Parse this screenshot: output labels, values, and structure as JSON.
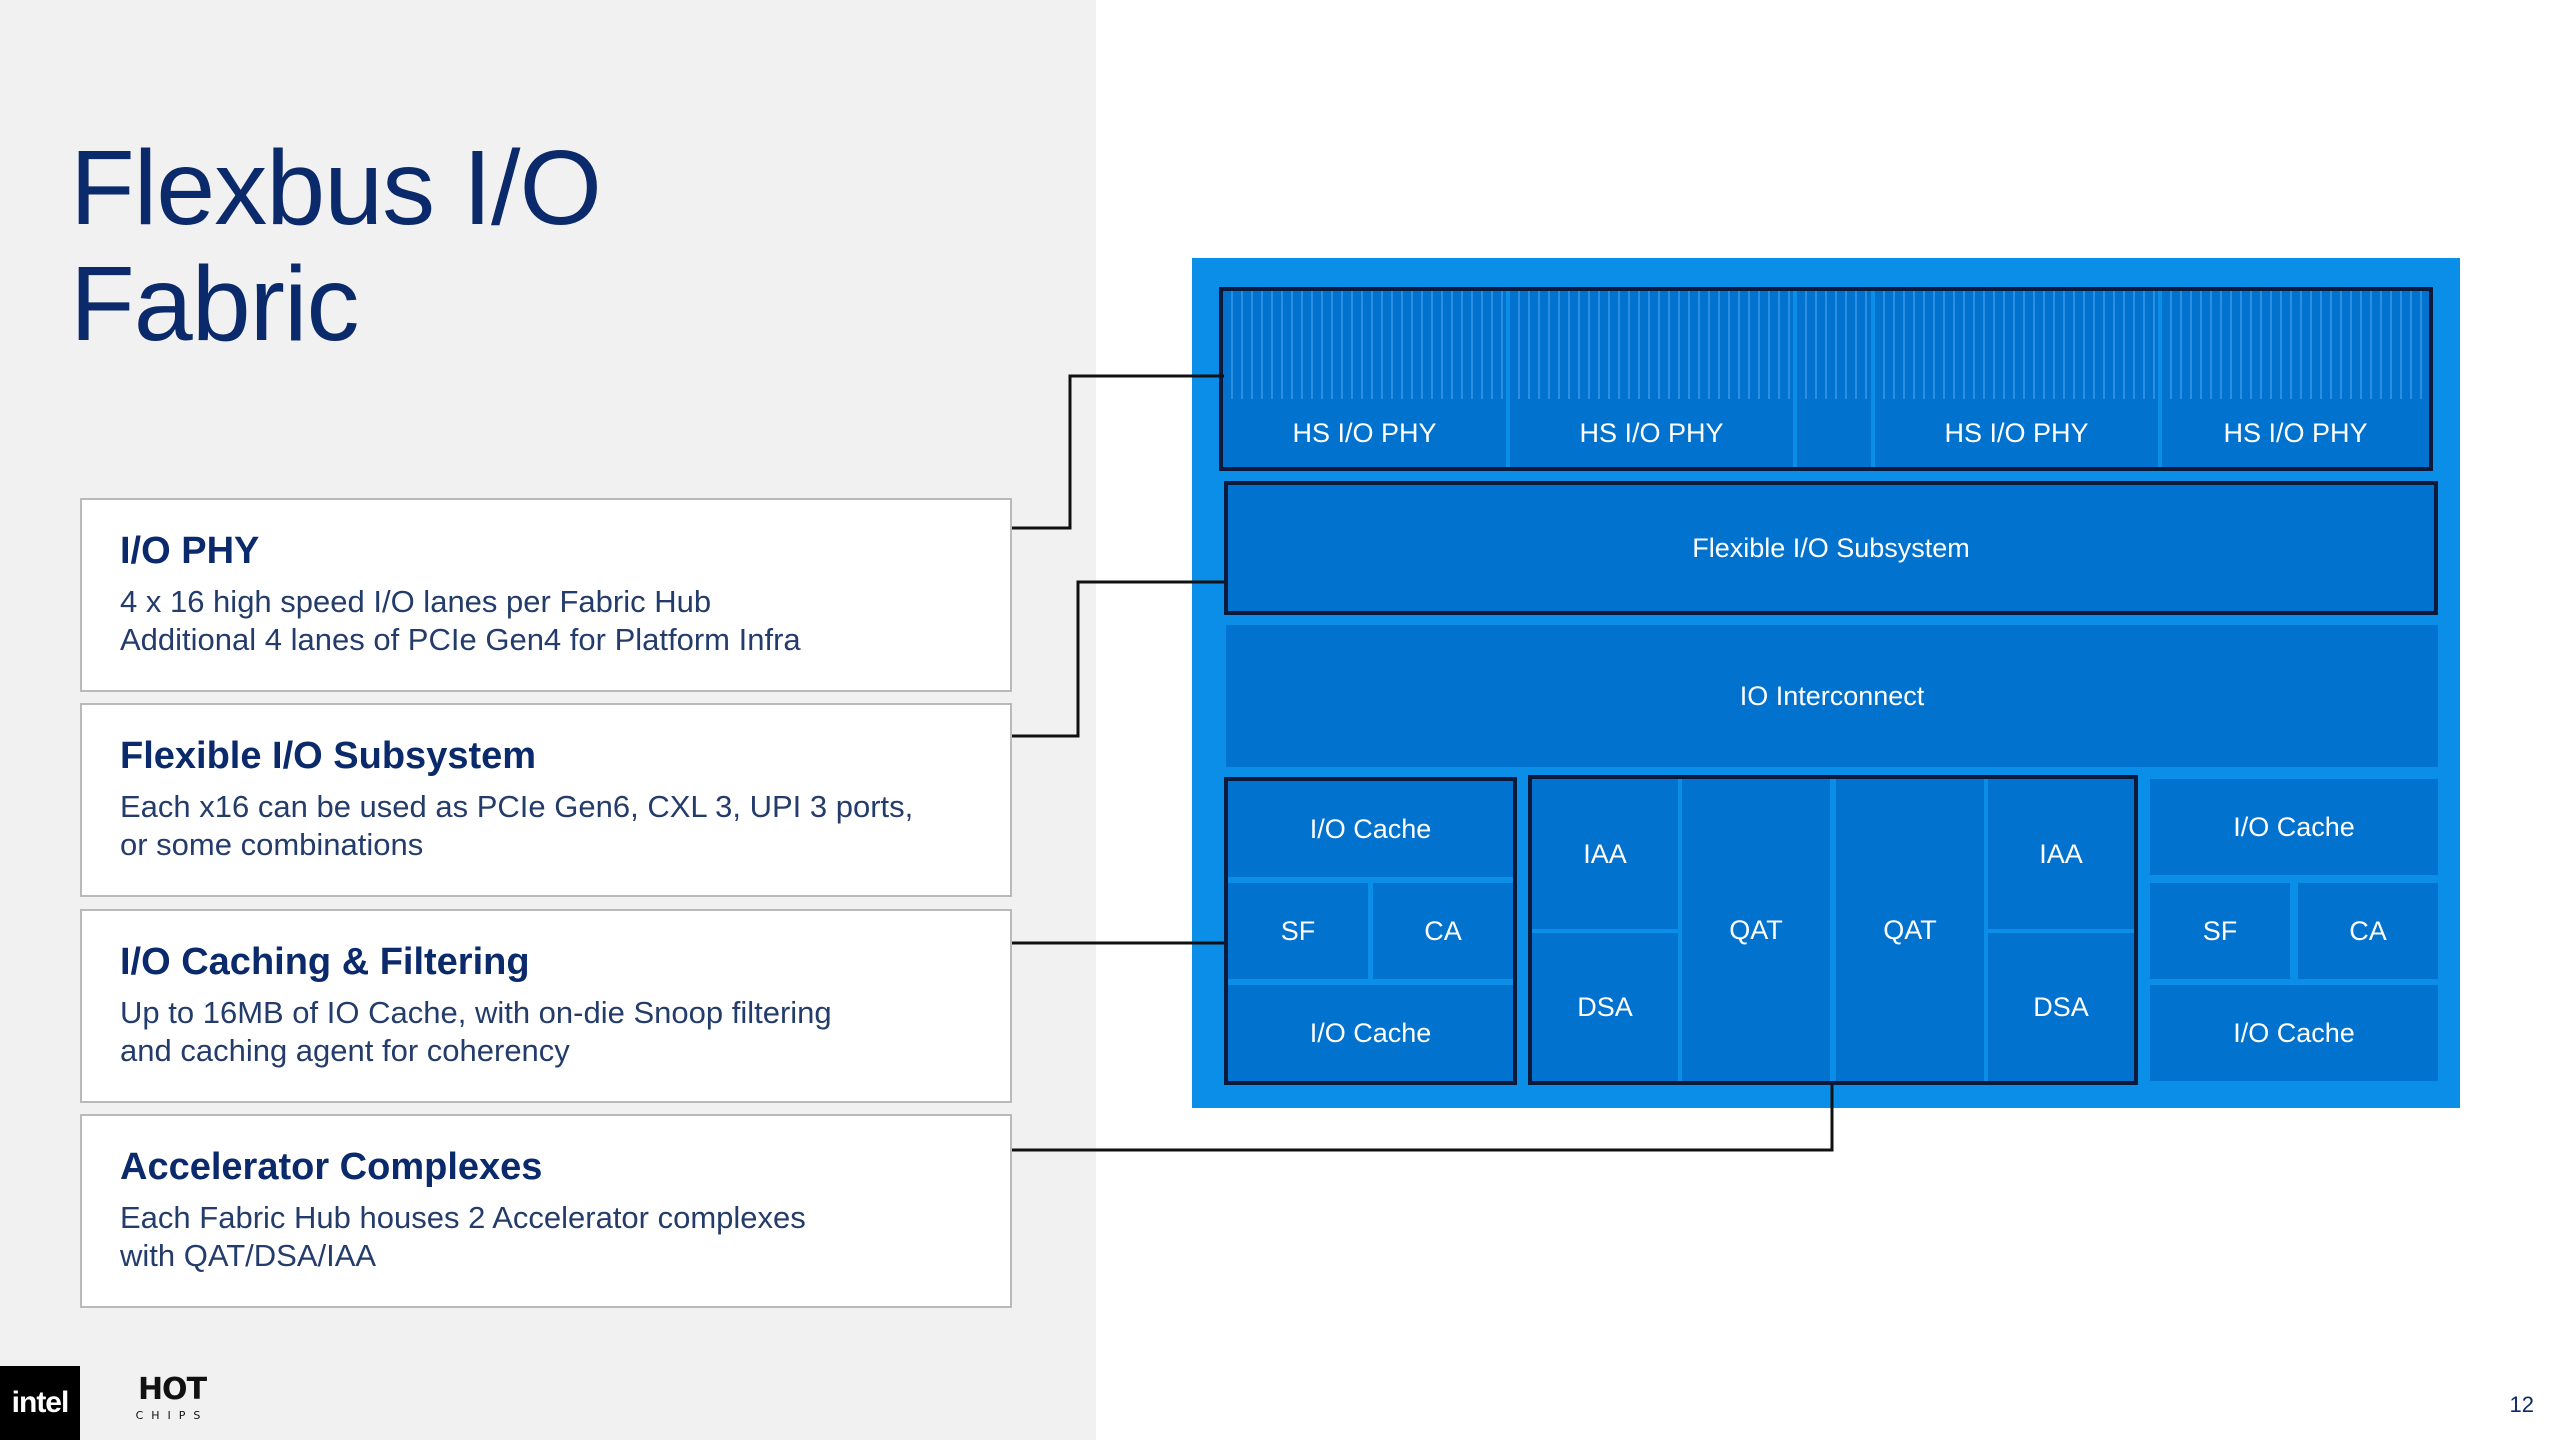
{
  "title": {
    "line1": "Flexbus I/O",
    "line2": "Fabric"
  },
  "info_boxes": [
    {
      "heading": "I/O PHY",
      "lines": [
        "4 x 16 high speed I/O lanes per Fabric Hub",
        "Additional 4 lanes of PCIe Gen4 for Platform Infra"
      ]
    },
    {
      "heading": "Flexible I/O Subsystem",
      "lines": [
        "Each x16 can be used as PCIe Gen6, CXL 3, UPI 3 ports,",
        "or some combinations"
      ]
    },
    {
      "heading": "I/O Caching & Filtering",
      "lines": [
        "Up to 16MB of IO Cache, with on-die Snoop filtering",
        "and caching agent for coherency"
      ]
    },
    {
      "heading": "Accelerator Complexes",
      "lines": [
        "Each Fabric Hub houses 2 Accelerator complexes",
        "with QAT/DSA/IAA"
      ]
    }
  ],
  "diagram": {
    "phy_labels": [
      "HS I/O PHY",
      "HS I/O PHY",
      "HS I/O PHY",
      "HS I/O PHY"
    ],
    "flexible_subsystem": "Flexible I/O Subsystem",
    "io_interconnect": "IO Interconnect",
    "left_cache": {
      "top": "I/O Cache",
      "sf": "SF",
      "ca": "CA",
      "bottom": "I/O Cache"
    },
    "accel": {
      "iaa_left": "IAA",
      "dsa_left": "DSA",
      "qat_left": "QAT",
      "qat_right": "QAT",
      "iaa_right": "IAA",
      "dsa_right": "DSA"
    },
    "right_cache": {
      "top": "I/O Cache",
      "sf": "SF",
      "ca": "CA",
      "bottom": "I/O Cache"
    }
  },
  "colors": {
    "panel_bg": "#f1f1f1",
    "chip_outer": "#0b8ee8",
    "block": "#0272cf",
    "outline": "#0b1a3b",
    "title": "#0b2a6b"
  },
  "footer": {
    "intel_logo": "intel",
    "hot_logo": "HOT",
    "chips_logo": "CHIPS",
    "page_number": "12"
  }
}
